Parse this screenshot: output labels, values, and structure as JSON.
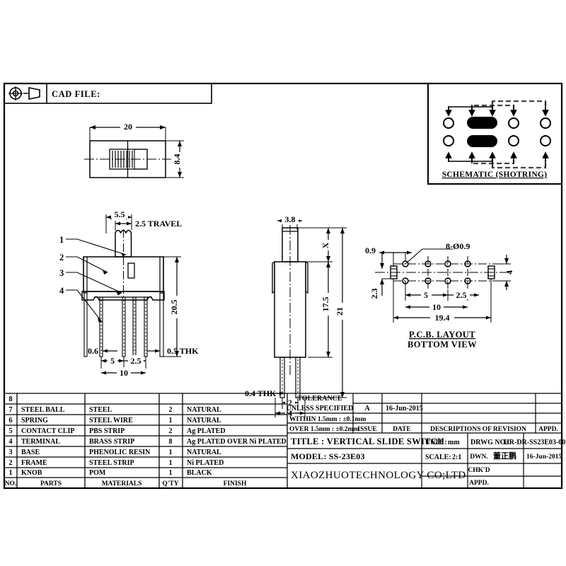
{
  "header": {
    "projection_symbol": "first-angle-projection-symbol",
    "cad_file_label": "CAD FILE:",
    "cad_file_value": ""
  },
  "schematic": {
    "caption": "SCHEMATIC (SHOTRING)",
    "rows": 2,
    "pins_per_row": 5
  },
  "views": {
    "top_view": {
      "width_dim": "20",
      "height_dim": "8.4"
    },
    "front_view": {
      "knob_width_dim": "5.5",
      "travel_dim": "2.5  TRAVEL",
      "height_dim": "20.5",
      "lead_thickness_dim": "0.6",
      "pitch_dim_1": "5",
      "pitch_dim_2": "2.5",
      "overall_pin_span_dim": "10",
      "frame_thickness_dim": "0.5  THK",
      "balloons": [
        "1",
        "2",
        "3",
        "4"
      ]
    },
    "side_view": {
      "knob_width_dim": "3.8",
      "knob_height_dim": "X",
      "body_height_dim": "17.5",
      "overall_height_dim": "21",
      "terminal_thickness_dim": "0.4  THK",
      "pin_gap_dim": "2",
      "pin_span_dim": "4"
    },
    "pcb_layout": {
      "caption_line1": "P.C.B. LAYOUT",
      "caption_line2": "BOTTOM VIEW",
      "hole_callout": "8-Ø0.9",
      "slot_offset_dim": "0.9",
      "slot_height_dim": "2.3",
      "row_pitch_dim": "4",
      "pitch_dim_1": "5",
      "pitch_dim_2": "2.5",
      "span_dim": "10",
      "overall_dim": "19.4"
    }
  },
  "bom": {
    "headers": {
      "no": "NO.",
      "parts": "PARTS",
      "materials": "MATERIALS",
      "qty": "Q'TY",
      "finish": "FINISH"
    },
    "rows": [
      {
        "no": "8",
        "parts": "",
        "materials": "",
        "qty": "",
        "finish": ""
      },
      {
        "no": "7",
        "parts": "STEEL BALL",
        "materials": "STEEL",
        "qty": "2",
        "finish": "NATURAL"
      },
      {
        "no": "6",
        "parts": "SPRING",
        "materials": "STEEL WIRE",
        "qty": "1",
        "finish": "NATURAL"
      },
      {
        "no": "5",
        "parts": "CONTACT CLIP",
        "materials": "PBS STRIP",
        "qty": "2",
        "finish": "Ag PLATED"
      },
      {
        "no": "4",
        "parts": "TERMINAL",
        "materials": "BRASS STRIP",
        "qty": "8",
        "finish": "Ag PLATED OVER Ni PLATED"
      },
      {
        "no": "3",
        "parts": "BASE",
        "materials": "PHENOLIC RESIN",
        "qty": "1",
        "finish": "NATURAL"
      },
      {
        "no": "2",
        "parts": "FRAME",
        "materials": "STEEL STRIP",
        "qty": "1",
        "finish": "Ni PLATED"
      },
      {
        "no": "1",
        "parts": "KNOB",
        "materials": "POM",
        "qty": "1",
        "finish": "BLACK"
      }
    ]
  },
  "title_block": {
    "tolerance_line1": "TOLERANCE",
    "tolerance_line2": "UNLESS  SPECIFIED",
    "tolerance_within": "WITHIN 1.5mm : ±0.1mm",
    "tolerance_over": "OVER 1.5mm : ±0.2mm",
    "revision": {
      "issue_value": "A",
      "date_value": "16-Jun-2015",
      "issue_header": "ISSUE",
      "date_header": "DATE",
      "descriptions_header": "DESCRIPTIONS OF REVISION",
      "appd_header": "APPD.",
      "description_value": "",
      "appd_value": ""
    },
    "title": "TITLE : VERTICAL SLIDE SWITCH",
    "model": "MODEL: SS-23E03",
    "company": "XIAOZHUOTECHNOLOGY  CO;LTD",
    "unit_label": "UNIT :",
    "unit_value": "mm",
    "scale_label": "SCALE:",
    "scale_value": "2:1",
    "drwg_no_label": "DRWG NO.:",
    "drwg_no_value": "HR-DR-SS23E03-00",
    "dwn_label": "DWN.",
    "dwn_value": "董正鹏",
    "dwn_date": "16-Jun-2015",
    "chkd_label": "CHK'D",
    "chkd_value": "",
    "appd_label": "APPD.",
    "appd_value": ""
  }
}
